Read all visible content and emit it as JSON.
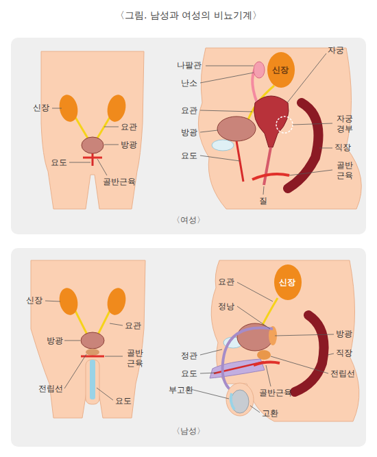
{
  "diagram": {
    "title": "〈그림. 남성과 여성의 비뇨기계〉",
    "labels": [
      "신장",
      "요관",
      "방광",
      "요도",
      "골반근육",
      "나팔관",
      "난소",
      "요관",
      "방광",
      "요도",
      "질",
      "자궁",
      "자궁 경부",
      "직장",
      "골반 근육",
      "신장",
      "〈여성〉",
      "신장",
      "요관",
      "방광",
      "골반 근육",
      "전립선",
      "요도",
      "요관",
      "신장",
      "정낭",
      "방광",
      "정관",
      "직장",
      "요도",
      "전립선",
      "부고환",
      "골반근육",
      "고환",
      "〈남성〉"
    ]
  }
}
